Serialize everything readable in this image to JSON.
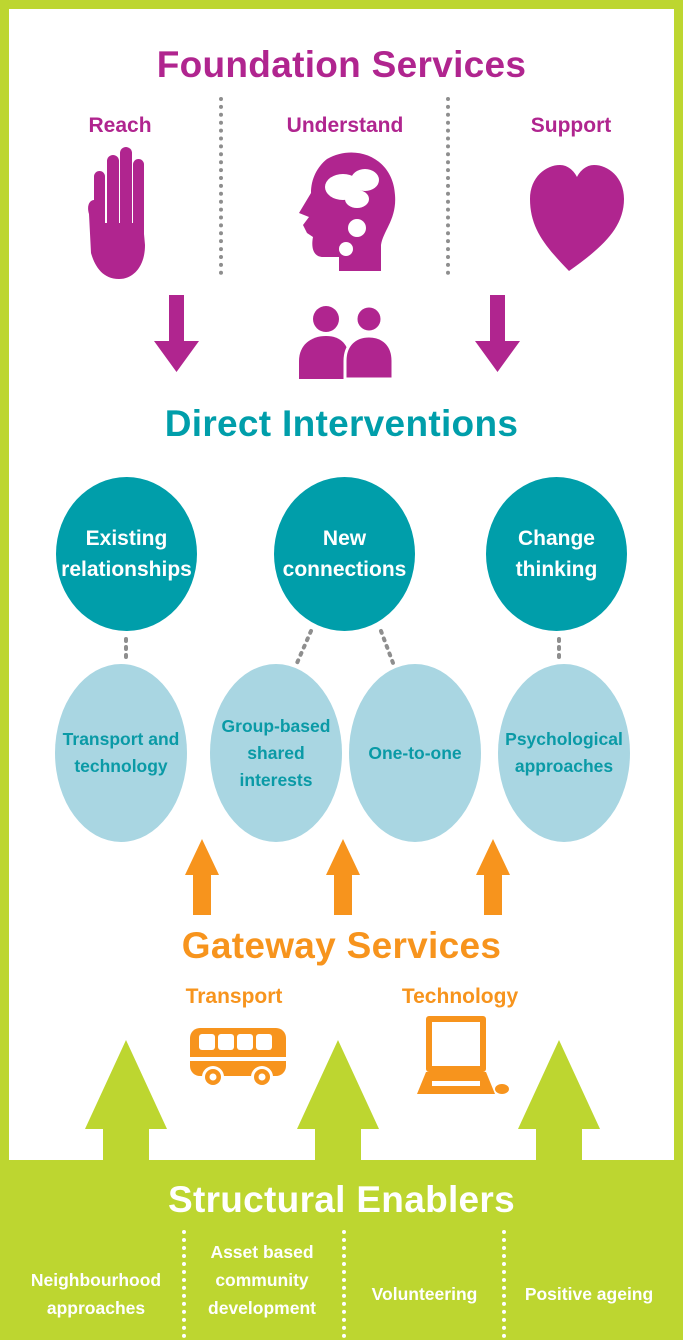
{
  "foundation": {
    "title": "Foundation Services",
    "columns": [
      {
        "label": "Reach",
        "icon": "hand-icon"
      },
      {
        "label": "Understand",
        "icon": "head-thought-icon"
      },
      {
        "label": "Support",
        "icon": "heart-icon"
      }
    ]
  },
  "direct": {
    "title": "Direct Interventions",
    "top_circles": [
      {
        "line1": "Existing",
        "line2": "relationships"
      },
      {
        "line1": "New",
        "line2": "connections"
      },
      {
        "line1": "Change",
        "line2": "thinking"
      }
    ],
    "bottom_circles": [
      {
        "line1": "Transport and",
        "line2": "technology"
      },
      {
        "line1": "Group-based",
        "line2": "shared interests"
      },
      {
        "line1": "One-to-one",
        "line2": ""
      },
      {
        "line1": "Psychological",
        "line2": "approaches"
      }
    ]
  },
  "gateway": {
    "title": "Gateway Services",
    "items": [
      {
        "label": "Transport",
        "icon": "bus-icon"
      },
      {
        "label": "Technology",
        "icon": "computer-icon"
      }
    ]
  },
  "structural": {
    "title": "Structural Enablers",
    "items": [
      {
        "line1": "Neighbourhood",
        "line2": "approaches",
        "line3": ""
      },
      {
        "line1": "Asset based",
        "line2": "community",
        "line3": "development"
      },
      {
        "line1": "Volunteering",
        "line2": "",
        "line3": ""
      },
      {
        "line1": "Positive ageing",
        "line2": "",
        "line3": ""
      }
    ]
  },
  "colors": {
    "magenta": "#b0258f",
    "teal": "#009eaa",
    "light_teal": "#a9d6e2",
    "orange": "#f7941d",
    "green": "#bdd630"
  }
}
